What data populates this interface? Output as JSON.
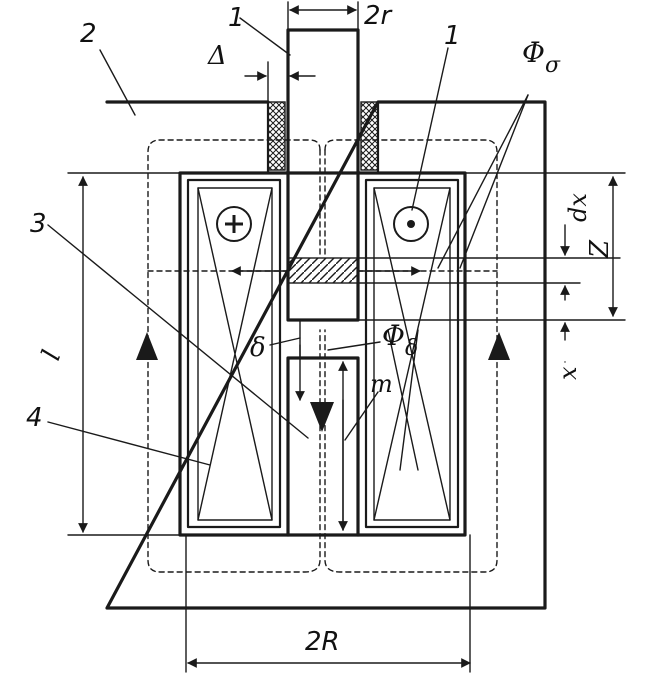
{
  "labels": {
    "part_1_top": "1",
    "part_1_coil": "1",
    "part_2": "2",
    "part_3": "3",
    "part_4": "4",
    "delta_cap": "Δ",
    "two_r": "2r",
    "two_R": "2R",
    "phi": "Φ",
    "sigma": "σ",
    "delta_sub": "δ",
    "delta_gap": "δ",
    "dx": "dx",
    "z": "Z",
    "x": "x",
    "l": "l",
    "m": "m"
  },
  "colors": {
    "ink": "#1a1a1a",
    "paper": "#ffffff"
  }
}
